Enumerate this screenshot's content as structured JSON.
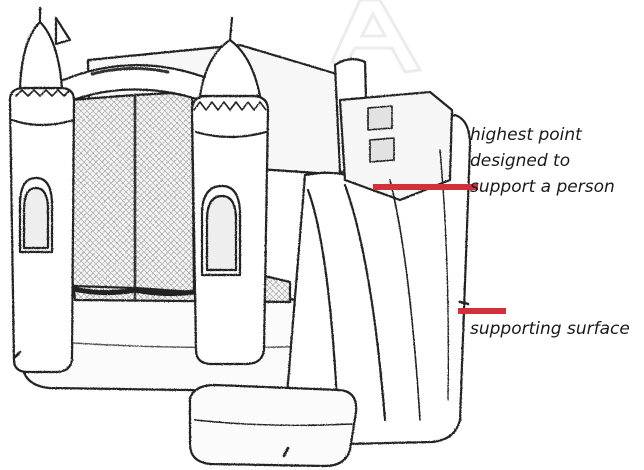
{
  "annotations": {
    "highest_point": {
      "lines": [
        "highest point",
        "designed to",
        "support a person"
      ],
      "marker_color": "#d3303a"
    },
    "supporting_surface": {
      "text": "supporting surface",
      "marker_color": "#d3303a"
    }
  },
  "illustration": {
    "subject": "inflatable bounce house castle with slide",
    "icon": "bounce-house-drawing"
  },
  "watermark": {
    "glyph": "A"
  }
}
